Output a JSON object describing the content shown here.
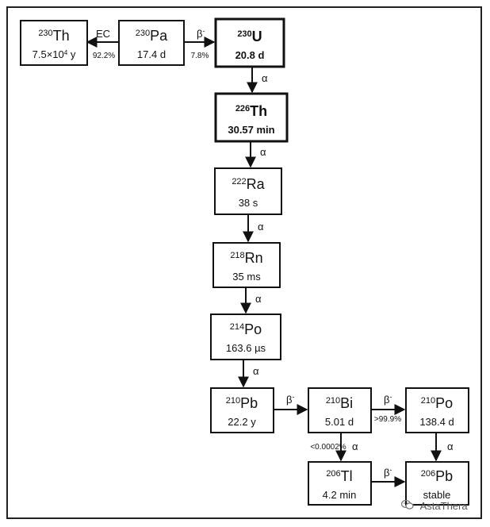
{
  "colors": {
    "line": "#111111",
    "text": "#111111",
    "watermark": "#555555"
  },
  "nuclides": {
    "th230": {
      "mass": "230",
      "symbol": "Th",
      "halflife_main": "7.5×10",
      "halflife_exp": "4",
      "halflife_unit": " y"
    },
    "pa230": {
      "mass": "230",
      "symbol": "Pa",
      "halflife": "17.4 d"
    },
    "u230": {
      "mass": "230",
      "symbol": "U",
      "halflife": "20.8 d"
    },
    "th226": {
      "mass": "226",
      "symbol": "Th",
      "halflife": "30.57 min"
    },
    "ra222": {
      "mass": "222",
      "symbol": "Ra",
      "halflife": "38 s"
    },
    "rn218": {
      "mass": "218",
      "symbol": "Rn",
      "halflife": "35 ms"
    },
    "po214": {
      "mass": "214",
      "symbol": "Po",
      "halflife": "163.6 µs"
    },
    "pb210": {
      "mass": "210",
      "symbol": "Pb",
      "halflife": "22.2 y"
    },
    "bi210": {
      "mass": "210",
      "symbol": "Bi",
      "halflife": "5.01 d"
    },
    "po210": {
      "mass": "210",
      "symbol": "Po",
      "halflife": "138.4 d"
    },
    "tl206": {
      "mass": "206",
      "symbol": "Tl",
      "halflife": "4.2 min"
    },
    "pb206": {
      "mass": "206",
      "symbol": "Pb",
      "halflife": "stable"
    }
  },
  "decays": {
    "pa_th": {
      "mode": "EC",
      "branch": "92.2%"
    },
    "pa_u": {
      "mode": "β",
      "mode_sup": "-",
      "branch": "7.8%"
    },
    "u_th": {
      "mode": "α"
    },
    "th_ra": {
      "mode": "α"
    },
    "ra_rn": {
      "mode": "α"
    },
    "rn_po": {
      "mode": "α"
    },
    "po_pb": {
      "mode": "α"
    },
    "pb_bi": {
      "mode": "β",
      "mode_sup": "-"
    },
    "bi_po": {
      "mode": "β",
      "mode_sup": "-",
      "branch": ">99.9%"
    },
    "bi_tl": {
      "mode": "α",
      "branch": "<0.0002%"
    },
    "po_pb206": {
      "mode": "α"
    },
    "tl_pb": {
      "mode": "β",
      "mode_sup": "-"
    }
  },
  "watermark": {
    "text": "AstaThera",
    "icon": "wechat-icon"
  }
}
